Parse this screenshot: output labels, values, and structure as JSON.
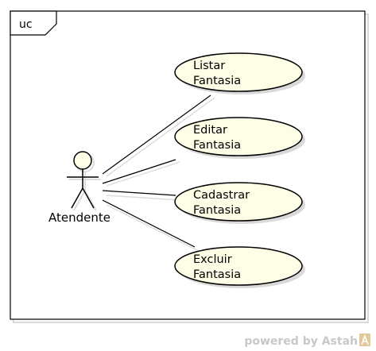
{
  "diagram": {
    "frame_label": "uc",
    "actor": {
      "name": "Atendente"
    },
    "use_cases": [
      {
        "line1": "Listar",
        "line2": "Fantasia"
      },
      {
        "line1": "Editar",
        "line2": "Fantasia"
      },
      {
        "line1": "Cadastrar",
        "line2": "Fantasia"
      },
      {
        "line1": "Excluir",
        "line2": "Fantasia"
      }
    ],
    "colors": {
      "usecase_fill": "#fefde6",
      "stroke": "#000000",
      "shadow": "#d9d9d9",
      "watermark": "#c8c8c8"
    }
  },
  "watermark": {
    "text": "powered by Astah"
  }
}
